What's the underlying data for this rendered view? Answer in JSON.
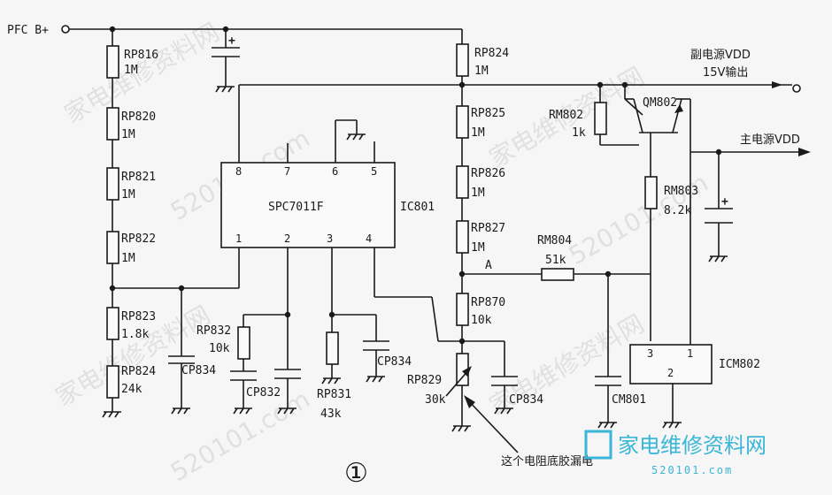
{
  "watermark": {
    "text_cn": "家电维修资料网",
    "text_url": "520101.com"
  },
  "logo": {
    "text": "家电维修资料网",
    "url": "520101.com"
  },
  "figure_number": "①",
  "labels": {
    "pfc": "PFC B+",
    "aux_vdd": "副电源VDD",
    "aux_out": "15V输出",
    "main_vdd": "主电源VDD",
    "node_a": "A",
    "ic801_name": "SPC7011F",
    "ic801_ref": "IC801",
    "icm802_ref": "ICM802",
    "qm802": "QM802",
    "note": "这个电阻底胶漏电"
  },
  "resistors": {
    "rp816": {
      "ref": "RP816",
      "val": "1M"
    },
    "rp820": {
      "ref": "RP820",
      "val": "1M"
    },
    "rp821": {
      "ref": "RP821",
      "val": "1M"
    },
    "rp822": {
      "ref": "RP822",
      "val": "1M"
    },
    "rp823": {
      "ref": "RP823",
      "val": "1.8k"
    },
    "rp824b": {
      "ref": "RP824",
      "val": "24k"
    },
    "rp824": {
      "ref": "RP824",
      "val": "1M"
    },
    "rp825": {
      "ref": "RP825",
      "val": "1M"
    },
    "rp826": {
      "ref": "RP826",
      "val": "1M"
    },
    "rp827": {
      "ref": "RP827",
      "val": "1M"
    },
    "rp870": {
      "ref": "RP870",
      "val": "10k"
    },
    "rp829": {
      "ref": "RP829",
      "val": "30k"
    },
    "rp832": {
      "ref": "RP832",
      "val": "10k"
    },
    "rp831": {
      "ref": "RP831",
      "val": "43k"
    },
    "rm802": {
      "ref": "RM802",
      "val": "1k"
    },
    "rm803": {
      "ref": "RM803",
      "val": "8.2k"
    },
    "rm804": {
      "ref": "RM804",
      "val": "51k"
    }
  },
  "capacitors": {
    "cp834a": "CP834",
    "cp832": "CP832",
    "cp834b": "CP834",
    "cp834c": "CP834",
    "cm801": "CM801"
  },
  "ic801_pins": [
    "8",
    "7",
    "6",
    "5",
    "1",
    "2",
    "3",
    "4"
  ],
  "icm802_pins": [
    "3",
    "1",
    "2"
  ]
}
